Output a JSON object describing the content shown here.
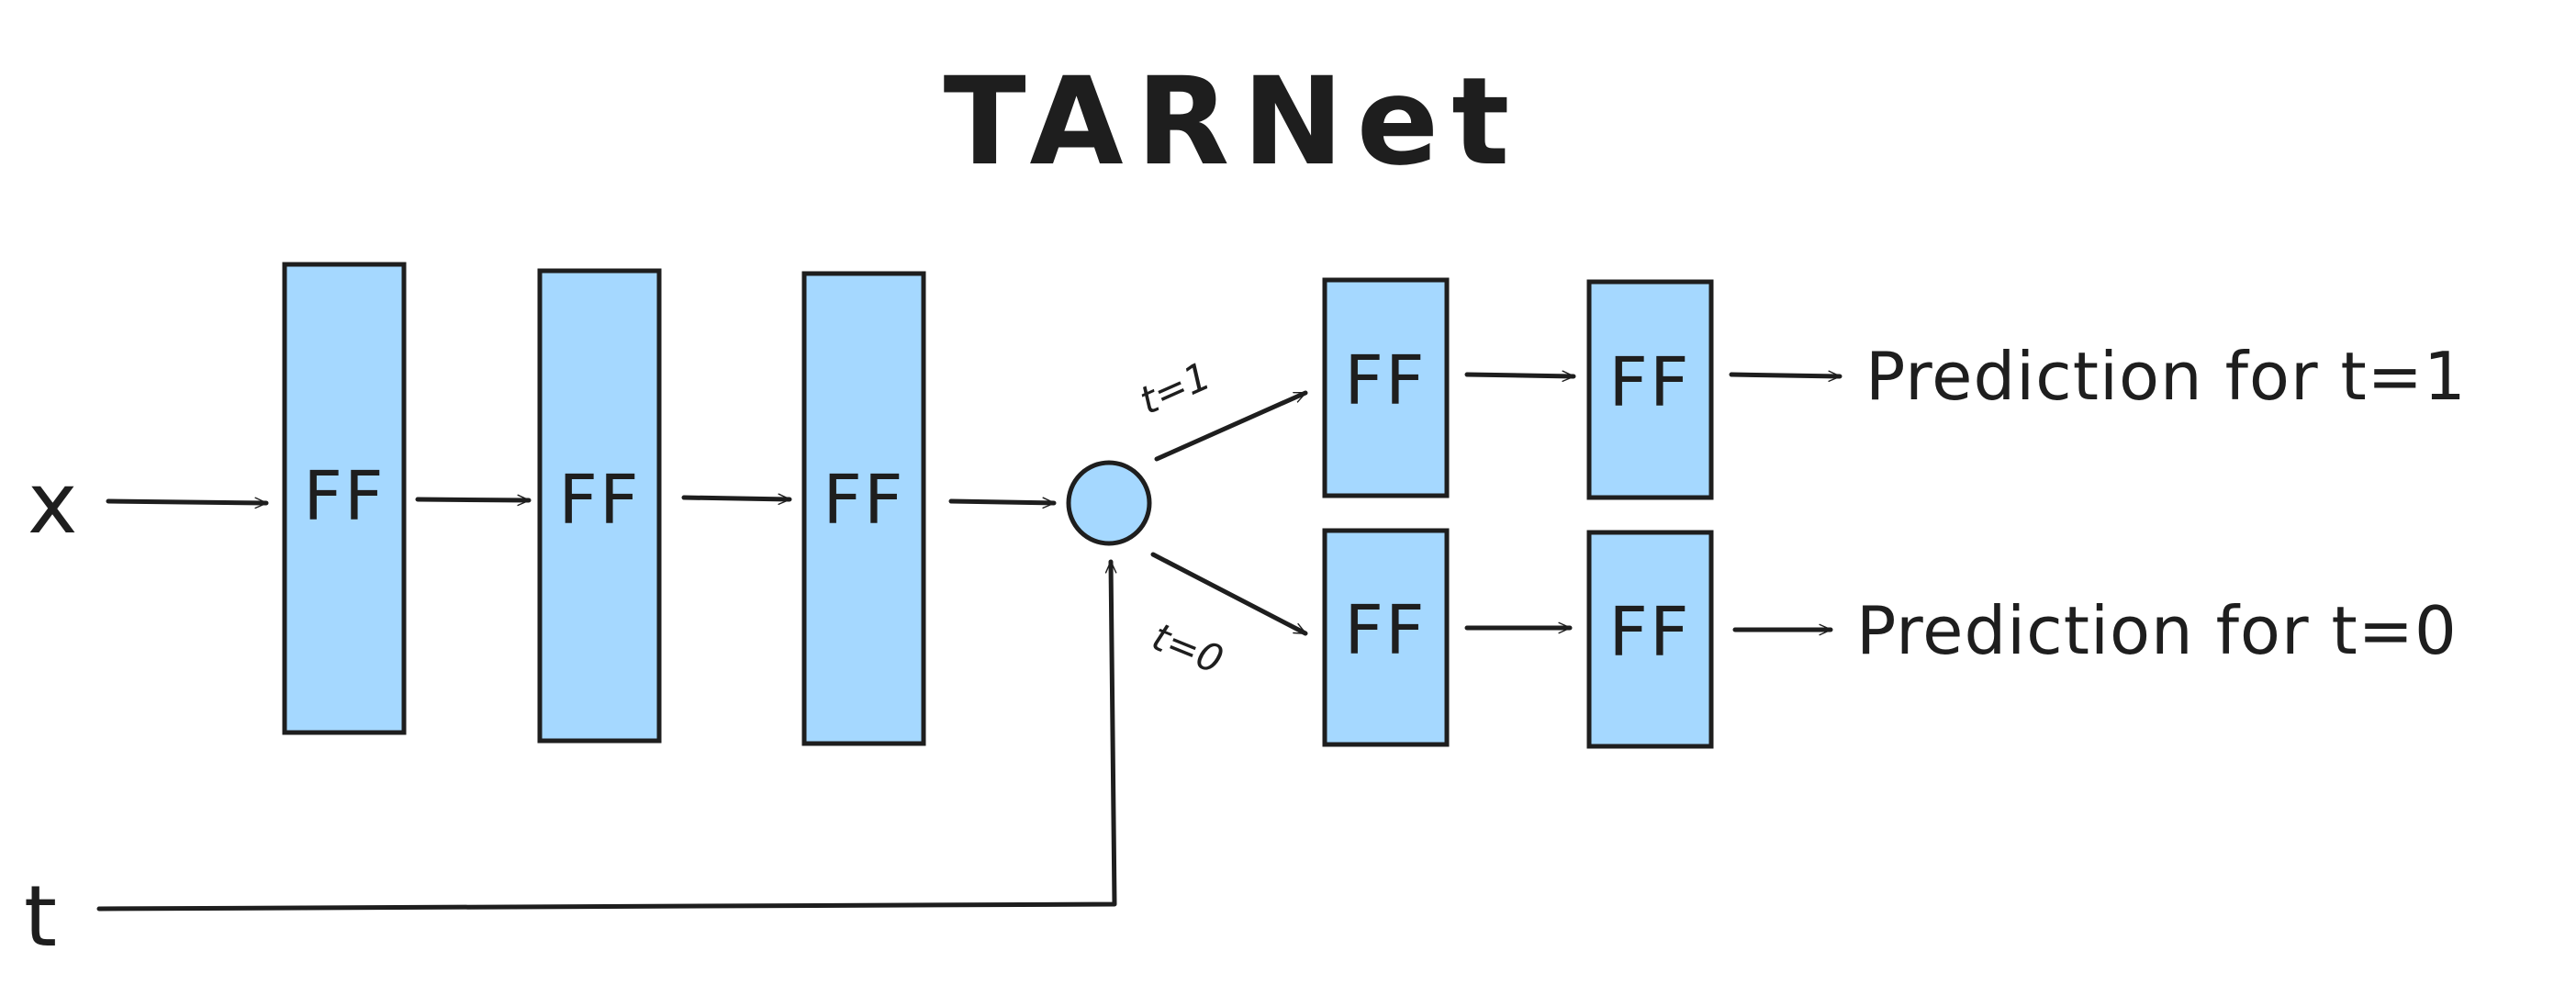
{
  "title": "TARNet",
  "inputs": {
    "x": "x",
    "t": "t"
  },
  "blocks": {
    "shared_1": "FF",
    "shared_2": "FF",
    "shared_3": "FF",
    "head1_1": "FF",
    "head1_2": "FF",
    "head0_1": "FF",
    "head0_2": "FF"
  },
  "branches": {
    "t1": "t=1",
    "t0": "t=0"
  },
  "outputs": {
    "t1": "Prediction for t=1",
    "t0": "Prediction for t=0"
  },
  "colors": {
    "block_fill": "#a5d8ff",
    "stroke": "#1e1e1e",
    "background": "#ffffff"
  }
}
